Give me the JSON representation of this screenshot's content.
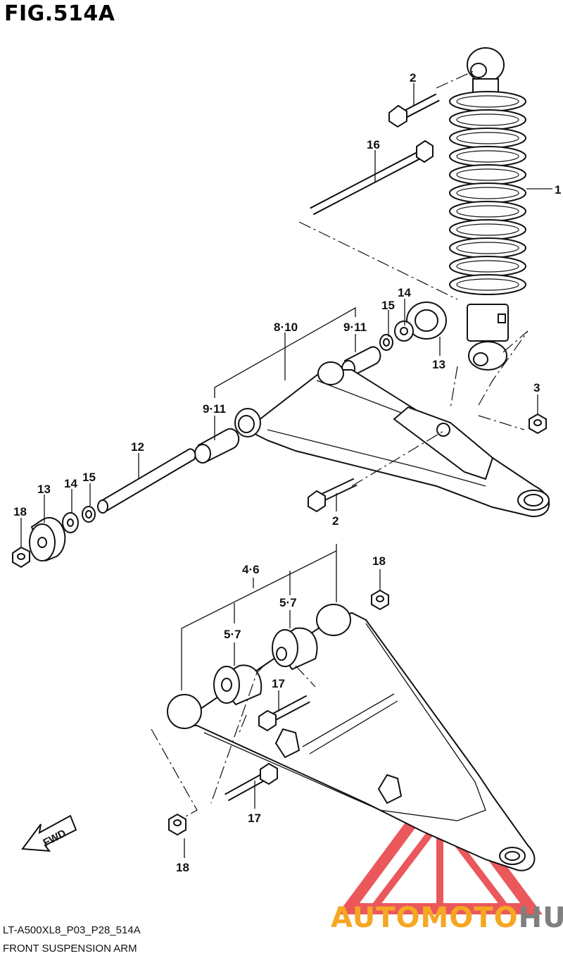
{
  "figure": {
    "title": "FIG.514A",
    "code": "LT-A500XL8_P03_P28_514A",
    "name": "FRONT SUSPENSION ARM"
  },
  "labels": {
    "p1": "1",
    "p2_top": "2",
    "p2_mid": "2",
    "p3": "3",
    "p4_6": "4·6",
    "p5_7_a": "5·7",
    "p5_7_b": "5·7",
    "p8_10": "8·10",
    "p9_11_a": "9·11",
    "p9_11_b": "9·11",
    "p12": "12",
    "p13_left": "13",
    "p13_right": "13",
    "p14_left": "14",
    "p14_right": "14",
    "p15_left": "15",
    "p15_right": "15",
    "p16": "16",
    "p17_a": "17",
    "p17_b": "17",
    "p18_left": "18",
    "p18_right": "18",
    "p18_bottom": "18"
  },
  "fwd_label": "FWD",
  "watermark": {
    "part1": "AUTOMOTO",
    "part2": "HUB",
    "color1": "#f5a623",
    "color2": "#7f7f7f",
    "logo_color": "#e8474b"
  }
}
